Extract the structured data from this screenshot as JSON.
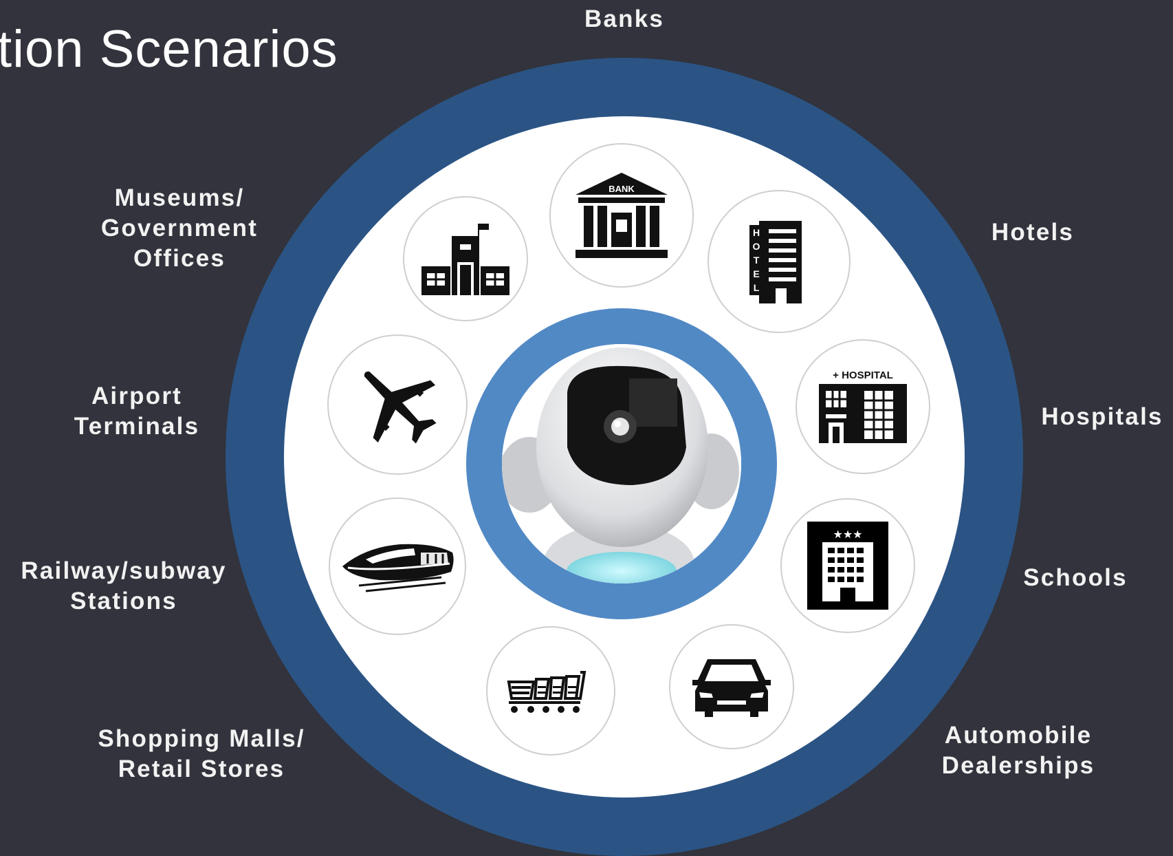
{
  "title": "tion Scenarios",
  "labels": {
    "banks": "Banks",
    "hotels": "Hotels",
    "museums": [
      "Museums/",
      "Government",
      "Offices"
    ],
    "airport": [
      "Airport",
      "Terminals"
    ],
    "hospitals": "Hospitals",
    "railway": [
      "Railway/subway",
      "Stations"
    ],
    "schools": "Schools",
    "shopping": [
      "Shopping Malls/",
      "Retail Stores"
    ],
    "automobile": [
      "Automobile",
      "Dealerships"
    ]
  },
  "icon_text": {
    "bank": "BANK",
    "hotel": "HOTEL",
    "hospital": "+ HOSPITAL",
    "stars": "★★★"
  },
  "colors": {
    "background": "#32333c",
    "outer_ring": "#2b5485",
    "center_ring": "#5189c5",
    "text": "#f2f2f2"
  },
  "icons": [
    "bank-icon",
    "hotel-icon",
    "hospital-icon",
    "school-icon",
    "car-icon",
    "shopping-cart-icon",
    "train-icon",
    "airplane-icon",
    "government-building-icon",
    "robot-icon"
  ]
}
